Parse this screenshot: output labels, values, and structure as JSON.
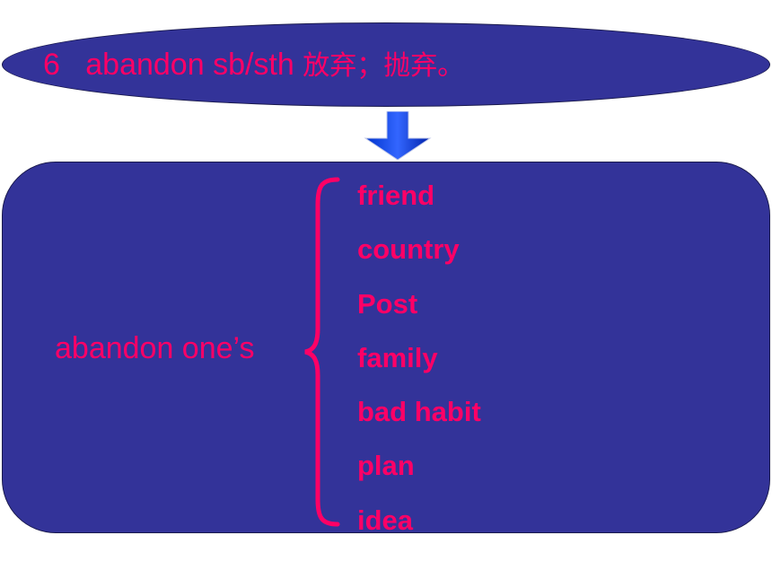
{
  "header": {
    "number": "6",
    "phrase": "abandon  sb/sth",
    "meaning": "放弃；抛弃。"
  },
  "panel": {
    "lead_phrase": "abandon one’s",
    "objects": [
      "friend",
      "country",
      "Post",
      "family",
      "bad habit",
      "plan",
      "idea"
    ]
  },
  "colors": {
    "shape_fill": "#333399",
    "text": "#ff0066",
    "arrow": "#1a4dff",
    "background": "#ffffff"
  },
  "icons": {
    "arrow": "down-arrow-icon",
    "brace": "left-curly-brace"
  }
}
